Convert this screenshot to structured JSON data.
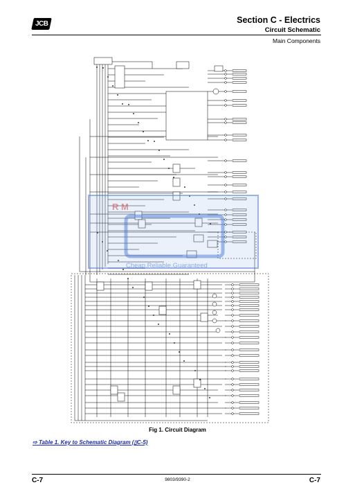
{
  "header": {
    "logo_text": "JCB",
    "section_title": "Section C - Electrics",
    "subtitle": "Circuit Schematic",
    "subsection": "Main Components"
  },
  "figure": {
    "caption": "Fig 1. Circuit Diagram",
    "watermark_mark": "R M",
    "watermark_text": "Cheap.Reliable.Guaranteed",
    "colors": {
      "watermark": "#4a7bd6",
      "line": "#000000"
    }
  },
  "cross_reference": {
    "arrow_icon": "right-arrow-icon",
    "text": "Table 1. Key to Schematic Diagram (",
    "page_icon": "page-icon",
    "page_ref": "C-5)",
    "color": "#1a2bb5"
  },
  "footer": {
    "page_left": "C-7",
    "doc_number": "9803/9390-2",
    "page_right": "C-7"
  }
}
